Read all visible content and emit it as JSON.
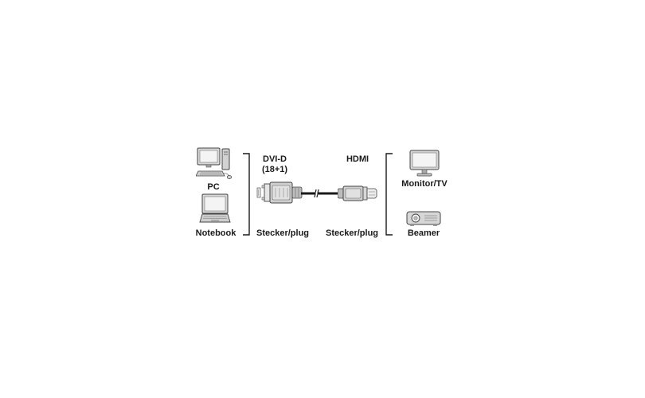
{
  "left_devices": {
    "pc": {
      "label": "PC",
      "icon": "desktop-pc-icon"
    },
    "notebook": {
      "label": "Notebook",
      "icon": "laptop-icon"
    }
  },
  "cable": {
    "dvi": {
      "title_line1": "DVI-D",
      "title_line2": "(18+1)",
      "connector_label": "Stecker/plug",
      "icon": "dvi-connector-icon"
    },
    "hdmi": {
      "title": "HDMI",
      "connector_label": "Stecker/plug",
      "icon": "hdmi-connector-icon"
    }
  },
  "right_devices": {
    "monitor": {
      "label": "Monitor/TV",
      "icon": "monitor-icon"
    },
    "beamer": {
      "label": "Beamer",
      "icon": "projector-icon"
    }
  },
  "colors": {
    "line": "#1a1a1a",
    "connector": "#777777",
    "device": "#b5b5b5"
  }
}
